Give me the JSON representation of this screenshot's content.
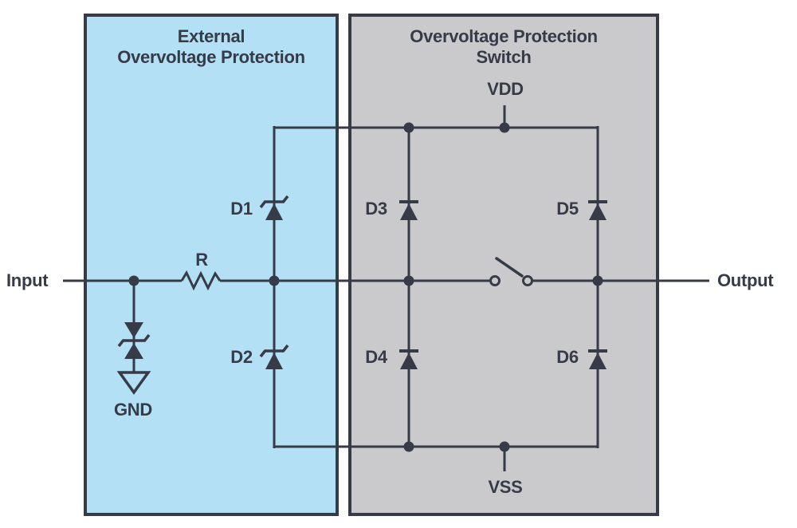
{
  "diagram_type": "circuit-schematic",
  "colors": {
    "external_box_fill": "#b4e0f6",
    "switch_box_fill": "#cacacc",
    "line_and_text": "#363b47",
    "background": "#ffffff"
  },
  "boxes": {
    "external": {
      "title_line1": "External",
      "title_line2": "Overvoltage Protection"
    },
    "switch": {
      "title_line1": "Overvoltage Protection",
      "title_line2": "Switch"
    }
  },
  "labels": {
    "input": "Input",
    "output": "Output",
    "resistor": "R",
    "d1": "D1",
    "d2": "D2",
    "d3": "D3",
    "d4": "D4",
    "d5": "D5",
    "d6": "D6",
    "vdd": "VDD",
    "vss": "VSS",
    "gnd": "GND"
  },
  "components": [
    {
      "id": "R",
      "type": "resistor",
      "region": "external"
    },
    {
      "id": "TVS",
      "type": "bidirectional-tvs-diode",
      "region": "external",
      "connects_to": "GND"
    },
    {
      "id": "D1",
      "type": "zener-diode",
      "region": "external",
      "orientation": "cathode-up"
    },
    {
      "id": "D2",
      "type": "zener-diode",
      "region": "external",
      "orientation": "cathode-up"
    },
    {
      "id": "D3",
      "type": "diode",
      "region": "switch",
      "orientation": "cathode-up",
      "rail": "VDD"
    },
    {
      "id": "D4",
      "type": "diode",
      "region": "switch",
      "orientation": "cathode-up",
      "rail": "VSS"
    },
    {
      "id": "D5",
      "type": "diode",
      "region": "switch",
      "orientation": "cathode-up",
      "rail": "VDD"
    },
    {
      "id": "D6",
      "type": "diode",
      "region": "switch",
      "orientation": "cathode-up",
      "rail": "VSS"
    },
    {
      "id": "SW",
      "type": "spst-switch-open",
      "region": "switch"
    }
  ]
}
